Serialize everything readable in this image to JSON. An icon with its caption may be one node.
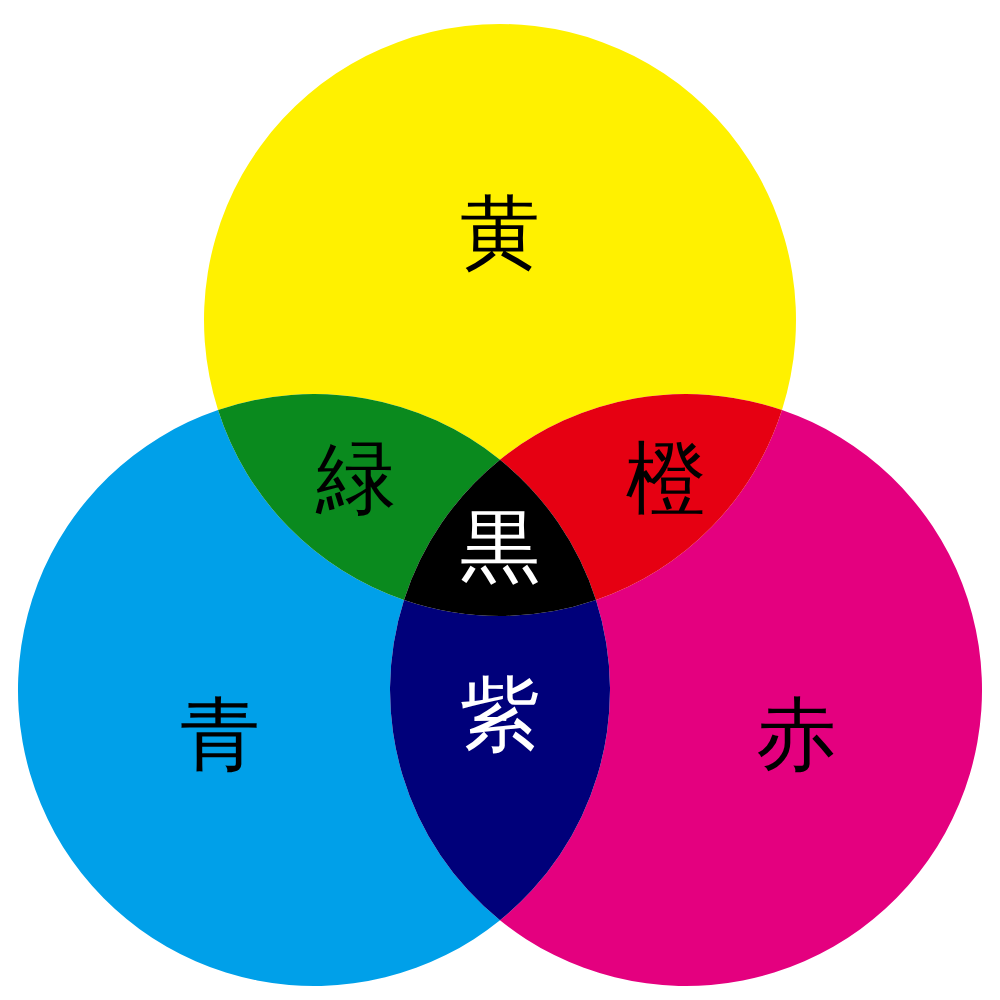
{
  "diagram": {
    "nodes": [
      {
        "text": [
          "黄"
        ]
      },
      {
        "text": [
          "緑"
        ]
      },
      {
        "text": [
          "橙"
        ]
      },
      {
        "text": [
          "黒"
        ]
      },
      {
        "text": [
          "青"
        ]
      },
      {
        "text": [
          "紫"
        ]
      },
      {
        "text": [
          "赤"
        ]
      }
    ]
  }
}
